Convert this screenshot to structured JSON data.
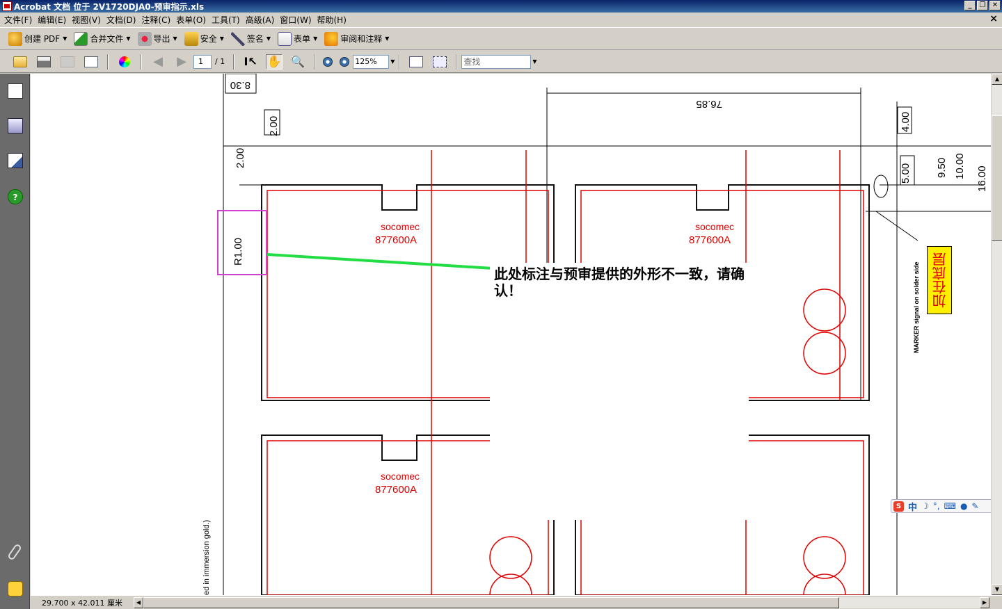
{
  "window": {
    "title": "Acrobat 文档 位于 2V1720DJA0-预审指示.xls"
  },
  "menu": [
    "文件(F)",
    "编辑(E)",
    "视图(V)",
    "文档(D)",
    "注释(C)",
    "表单(O)",
    "工具(T)",
    "高级(A)",
    "窗口(W)",
    "帮助(H)"
  ],
  "toolbar1": {
    "create_pdf": "创建 PDF",
    "merge": "合并文件",
    "export": "导出",
    "security": "安全",
    "sign": "签名",
    "forms": "表单",
    "review": "审阅和注释"
  },
  "toolbar2": {
    "page_current": "1",
    "page_total": "/ 1",
    "zoom": "125%",
    "find_placeholder": "查找"
  },
  "status": {
    "page_size": "29.700 x 42.011 厘米"
  },
  "drawing": {
    "dim_830": "8.30",
    "dim_200_top": "2.00",
    "dim_200_left": "2.00",
    "dim_7685": "76.85",
    "dim_400": "4.00",
    "dim_500": "5.00",
    "dim_950": "9.50",
    "dim_1000": "10.00",
    "dim_1600": "16.00",
    "dim_r100": "R1.00",
    "brand": "socomec",
    "part_no": "877600A",
    "marker_note": "MARKER signal on solder side",
    "side_note": "ed in immersion gold.)"
  },
  "callout": {
    "text": "此处标注与预审提供的外形不一致，请确认！"
  },
  "yellow_tag": {
    "text": "加在底层"
  },
  "ime": {
    "mode": "中",
    "logo": "S"
  },
  "colors": {
    "outline_red": "#e00000",
    "highlight_box": "#d040d0",
    "leader_green": "#22dd44",
    "yellow": "#ffef00"
  }
}
